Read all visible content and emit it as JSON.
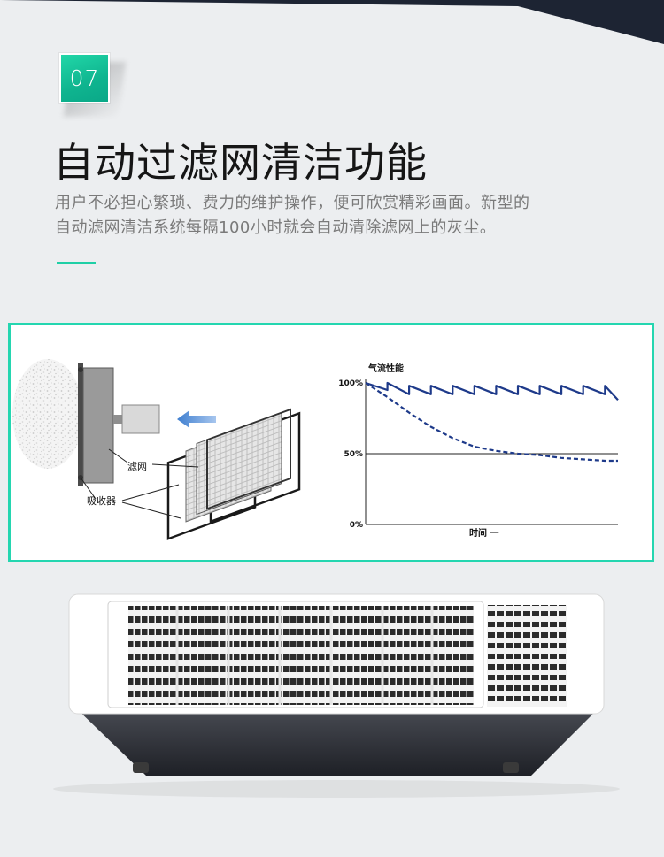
{
  "section": {
    "number": "07",
    "title": "自动过滤网清洁功能",
    "description_line1": "用户不必担心繁琐、费力的维护操作，便可欣赏精彩画面。新型的",
    "description_line2": "自动滤网清洁系统每隔100小时就会自动清除滤网上的灰尘。"
  },
  "colors": {
    "accent": "#1fcfa6",
    "top_band": "#1d2433",
    "chart_line": "#1e3a8a"
  },
  "diagram": {
    "filter_label": "滤网",
    "absorber_label": "吸收器",
    "arrow_icon": "left-arrow-icon"
  },
  "chart_data": {
    "type": "line",
    "title": "气流性能",
    "xlabel": "时间 一",
    "ylabel": "",
    "ylim": [
      0,
      100
    ],
    "y_ticks": [
      "100%",
      "50%",
      "0%"
    ],
    "series": [
      {
        "style": "solid-sawtooth",
        "x": [
          0,
          1,
          1,
          2,
          2,
          3,
          3,
          4,
          4,
          5,
          5,
          6,
          6,
          7,
          7,
          8,
          8,
          9,
          9,
          10,
          10,
          11,
          11,
          11.6
        ],
        "values": [
          100,
          95,
          100,
          92,
          98,
          92,
          98,
          92,
          98,
          92,
          98,
          92,
          98,
          92,
          98,
          92,
          98,
          92,
          98,
          92,
          98,
          92,
          98,
          88
        ]
      },
      {
        "style": "dashed",
        "x": [
          0,
          1,
          2,
          3,
          4,
          5,
          6,
          7,
          8,
          9,
          10,
          11,
          11.6
        ],
        "values": [
          100,
          90,
          79,
          69,
          61,
          55,
          52,
          50,
          49,
          47,
          46,
          45,
          45
        ]
      }
    ],
    "reference_line": 50,
    "grid": false,
    "legend": "none"
  }
}
